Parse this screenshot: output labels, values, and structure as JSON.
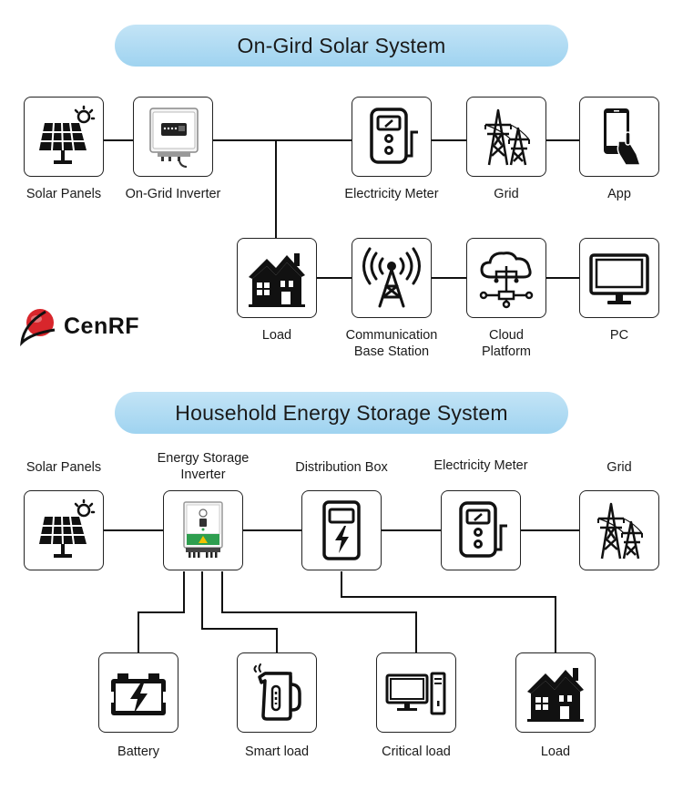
{
  "sections": {
    "ongrid_title": "On-Gird Solar System",
    "storage_title": "Household Energy Storage System"
  },
  "brand": {
    "name": "CenRF",
    "color": "#d8262c"
  },
  "ongrid": {
    "solar_panels": "Solar Panels",
    "inverter": "On-Grid Inverter",
    "meter": "Electricity Meter",
    "grid": "Grid",
    "app": "App",
    "load": "Load",
    "base_station": "Communication\nBase Station",
    "cloud": "Cloud\nPlatform",
    "pc": "PC"
  },
  "storage": {
    "solar_panels": "Solar Panels",
    "inverter": "Energy Storage\nInverter",
    "distribution": "Distribution Box",
    "meter": "Electricity Meter",
    "grid": "Grid",
    "battery": "Battery",
    "smart_load": "Smart load",
    "critical_load": "Critical load",
    "load": "Load"
  },
  "colors": {
    "pill": "#a9d8f2",
    "line": "#111111",
    "accent": "#d8262c",
    "inverter_green": "#2e9e4f",
    "inverter_yellow": "#f2c200"
  },
  "icons": [
    "solar-panel-icon",
    "inverter-icon",
    "electricity-meter-icon",
    "power-tower-icon",
    "smartphone-icon",
    "house-icon",
    "antenna-tower-icon",
    "cloud-network-icon",
    "monitor-icon",
    "storage-inverter-icon",
    "distribution-box-icon",
    "battery-icon",
    "kettle-icon",
    "desktop-computer-icon"
  ]
}
